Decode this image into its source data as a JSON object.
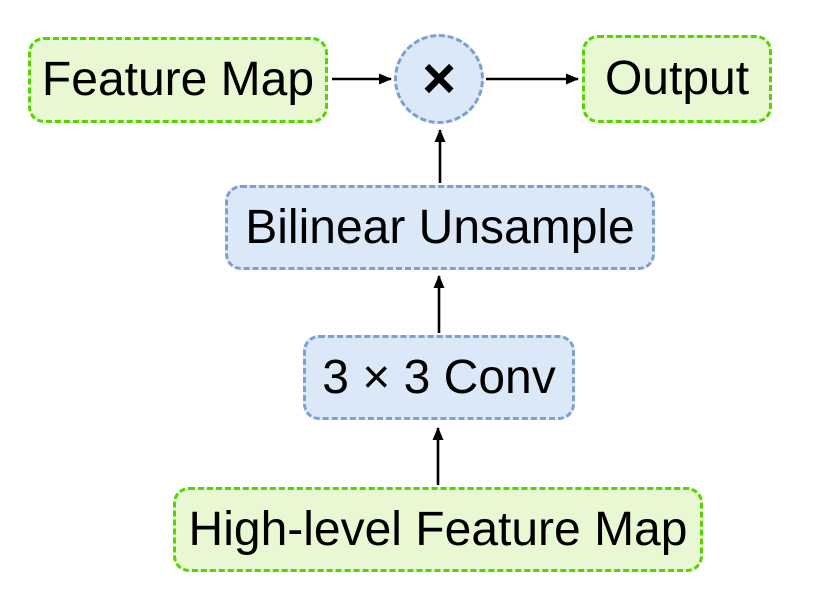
{
  "diagram": {
    "title": "Feature fusion block diagram",
    "background_color": "#ffffff",
    "colors": {
      "green_fill": "#e7f8d2",
      "green_border": "#55d400",
      "blue_fill": "#dbe8f8",
      "blue_border": "#7f9fcf",
      "arrow": "#000000",
      "text": "#000000"
    },
    "nodes": {
      "feature_map": {
        "label": "Feature Map",
        "shape": "rounded-rect",
        "style": "green"
      },
      "multiply": {
        "label": "×",
        "shape": "circle",
        "style": "blue",
        "meaning": "element-wise multiplication operator"
      },
      "output": {
        "label": "Output",
        "shape": "rounded-rect",
        "style": "green"
      },
      "bilinear_upsample": {
        "label": "Bilinear Unsample",
        "shape": "rounded-rect",
        "style": "blue"
      },
      "conv": {
        "label": "3 × 3 Conv",
        "shape": "rounded-rect",
        "style": "blue"
      },
      "high_level_feature_map": {
        "label": "High-level Feature Map",
        "shape": "rounded-rect",
        "style": "green"
      }
    },
    "edges": [
      {
        "from": "feature_map",
        "to": "multiply",
        "direction": "right"
      },
      {
        "from": "multiply",
        "to": "output",
        "direction": "right"
      },
      {
        "from": "bilinear_upsample",
        "to": "multiply",
        "direction": "up"
      },
      {
        "from": "conv",
        "to": "bilinear_upsample",
        "direction": "up"
      },
      {
        "from": "high_level_feature_map",
        "to": "conv",
        "direction": "up"
      }
    ]
  }
}
